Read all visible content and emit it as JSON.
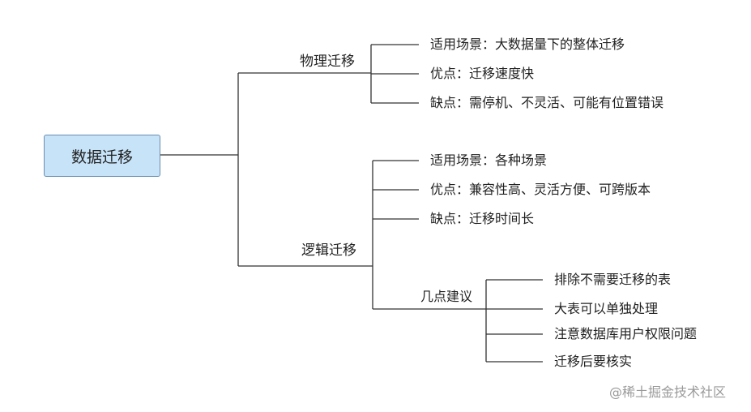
{
  "root": {
    "label": "数据迁移"
  },
  "physical": {
    "label": "物理迁移",
    "items": [
      "适用场景：大数据量下的整体迁移",
      "优点：迁移速度快",
      "缺点：需停机、不灵活、可能有位置错误"
    ]
  },
  "logical": {
    "label": "逻辑迁移",
    "items": [
      "适用场景：各种场景",
      "优点：兼容性高、灵活方便、可跨版本",
      "缺点：迁移时间长"
    ],
    "advice": {
      "label": "几点建议",
      "items": [
        "排除不需要迁移的表",
        "大表可以单独处理",
        "注意数据库用户权限问题",
        "迁移后要核实"
      ]
    }
  },
  "watermark": "@稀土掘金技术社区",
  "colors": {
    "root_fill": "#c7e3f8",
    "root_border": "#6a8db0",
    "line": "#333333"
  }
}
